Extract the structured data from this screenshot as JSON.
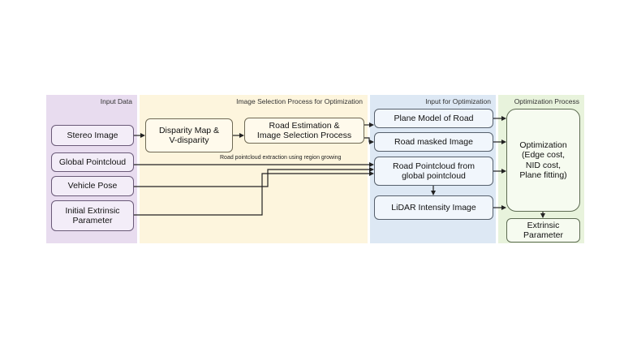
{
  "sections": {
    "input": {
      "title": "Input Data",
      "color": "#e8dcef"
    },
    "selection": {
      "title": "Image Selection Process for Optimization",
      "color": "#fdf5dd"
    },
    "input_opt": {
      "title": "Input for Optimization",
      "color": "#dde8f4"
    },
    "optimization": {
      "title": "Optimization Process",
      "color": "#e8f3dc"
    }
  },
  "nodes": {
    "stereo_image": "Stereo Image",
    "global_pointcloud": "Global Pointcloud",
    "vehicle_pose": "Vehicle Pose",
    "initial_extrinsic": "Initial Extrinsic\nParameter",
    "disparity_map": "Disparity Map &\nV-disparity",
    "road_estimation": "Road Estimation &\nImage Selection Process",
    "plane_model": "Plane Model of Road",
    "road_masked_image": "Road masked Image",
    "road_pointcloud": "Road Pointcloud from\nglobal pointcloud",
    "lidar_intensity": "LiDAR Intensity Image",
    "optimization": "Optimization\n(Edge cost,\nNID cost,\nPlane fitting)",
    "extrinsic_parameter": "Extrinsic\nParameter"
  },
  "edge_labels": {
    "region_growing": "Road pointcloud extraction using region growing"
  }
}
